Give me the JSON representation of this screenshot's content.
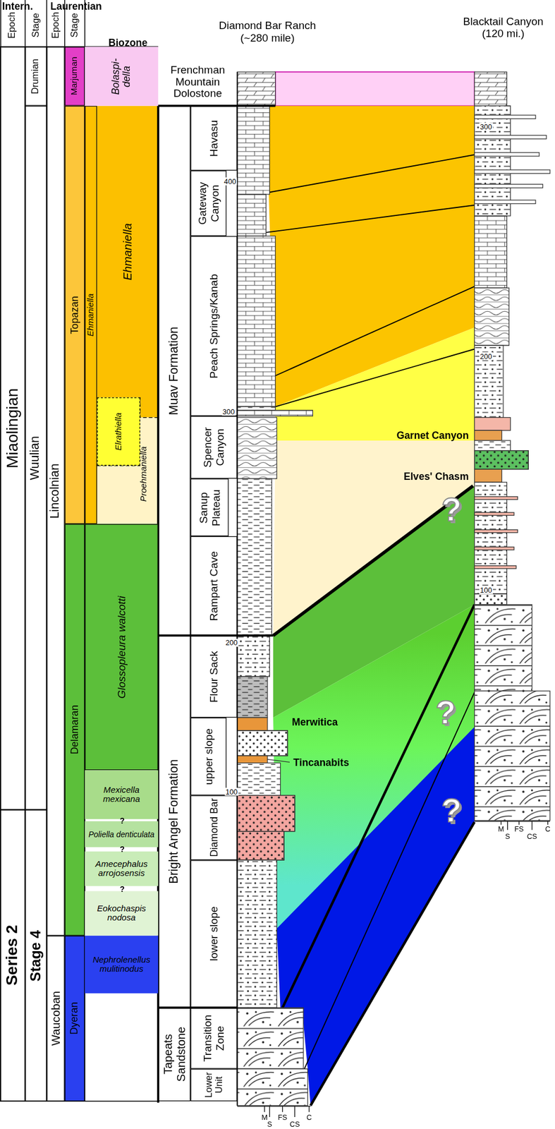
{
  "diagram": {
    "nodes": [
      {
        "text": [
          "Miaolingian"
        ]
      },
      {
        "text": [
          "Series 2"
        ]
      },
      {
        "text": [
          "Drumian"
        ]
      },
      {
        "text": [
          "Wuulian"
        ]
      },
      {
        "text": [
          "Stage 4"
        ]
      },
      {
        "text": [
          "Lincolnian"
        ]
      },
      {
        "text": [
          "Waucoban"
        ]
      },
      {
        "text": [
          "Marjuman"
        ]
      },
      {
        "text": [
          "Topazan"
        ]
      },
      {
        "text": [
          "Delamaran"
        ]
      },
      {
        "text": [
          "Dyeran"
        ]
      },
      {
        "text": [
          "Ehmaniella"
        ]
      },
      {
        "text": [
          "Bolaspi-della"
        ]
      },
      {
        "text": [
          "Ehmaniella"
        ]
      },
      {
        "text": [
          "Elrathiella"
        ]
      },
      {
        "text": [
          "Proehmaniella"
        ]
      },
      {
        "text": [
          "Glossopleura walcotti"
        ]
      },
      {
        "text": [
          "Mexicella mexicana"
        ]
      },
      {
        "text": [
          "Poliella denticulata"
        ]
      },
      {
        "text": [
          "Amecephalus arrojosensis"
        ]
      },
      {
        "text": [
          "Eokochaspis nodosa"
        ]
      },
      {
        "text": [
          "Nephrolenellus mulitinodus"
        ]
      },
      {
        "text": [
          "Frenchman Mountain Dolostone"
        ]
      },
      {
        "text": [
          "Muav Formation"
        ]
      },
      {
        "text": [
          "Bright Angel Formation"
        ]
      },
      {
        "text": [
          "Tapeats Sandstone"
        ]
      },
      {
        "text": [
          "Havasu"
        ]
      },
      {
        "text": [
          "Gateway Canyon"
        ]
      },
      {
        "text": [
          "Peach Springs/Kanab"
        ]
      },
      {
        "text": [
          "Spencer Canyon"
        ]
      },
      {
        "text": [
          "Sanup Plateau"
        ]
      },
      {
        "text": [
          "Rampart Cave"
        ]
      },
      {
        "text": [
          "Flour Sack"
        ]
      },
      {
        "text": [
          "upper slope"
        ]
      },
      {
        "text": [
          "Diamond Bar"
        ]
      },
      {
        "text": [
          "lower slope"
        ]
      },
      {
        "text": [
          "Transition Zone"
        ]
      },
      {
        "text": [
          "Lower Unit"
        ]
      }
    ],
    "labels": [
      "Intern.",
      "Laurentian",
      "Epoch",
      "Stage",
      "Epoch",
      "Stage",
      "Biozone",
      "Diamond Bar Ranch (~280 mile)",
      "Blacktail Canyon (120 mi.)",
      "400",
      "300",
      "200",
      "100",
      "300",
      "200",
      "100",
      "Merwitica",
      "Tincanabits",
      "Garnet Canyon",
      "Elves' Chasm",
      "?",
      "?",
      "?",
      "?",
      "?",
      "?",
      "M",
      "S",
      "FS",
      "CS",
      "C",
      "M",
      "S",
      "FS",
      "CS",
      "C"
    ]
  }
}
